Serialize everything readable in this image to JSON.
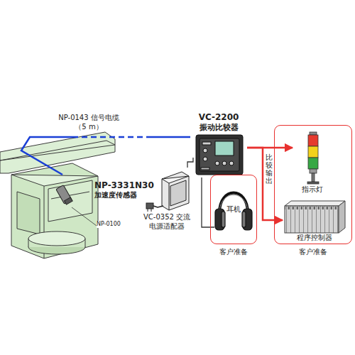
{
  "diagram": {
    "nodes": [
      {
        "text": [
          "VC-2200",
          "振动比较器"
        ]
      },
      {
        "text": [
          "NP-3331N30",
          "加速度传感器"
        ]
      },
      {
        "text": [
          "VC-0352 交流电源适配器"
        ]
      },
      {
        "text": [
          "客户准备"
        ]
      },
      {
        "text": [
          "耳机"
        ],
        "in": 3
      },
      {
        "text": [
          "客户准备"
        ]
      },
      {
        "text": [
          "指示灯"
        ],
        "in": 5
      },
      {
        "text": [
          "程序控制器"
        ],
        "in": 5
      }
    ],
    "edges": [
      {
        "from": 1,
        "to": 0,
        "arrow": "none",
        "label": "NP-0143 信号电缆（5 m）"
      },
      {
        "from": 2,
        "to": 0,
        "arrow": "none"
      },
      {
        "from": 4,
        "to": 0,
        "arrow": "none"
      },
      {
        "from": 0,
        "to": 6,
        "arrow": "to",
        "label": "比较输出"
      },
      {
        "from": 0,
        "to": 7,
        "arrow": "to"
      }
    ],
    "labels": [
      "NP-0100"
    ]
  }
}
